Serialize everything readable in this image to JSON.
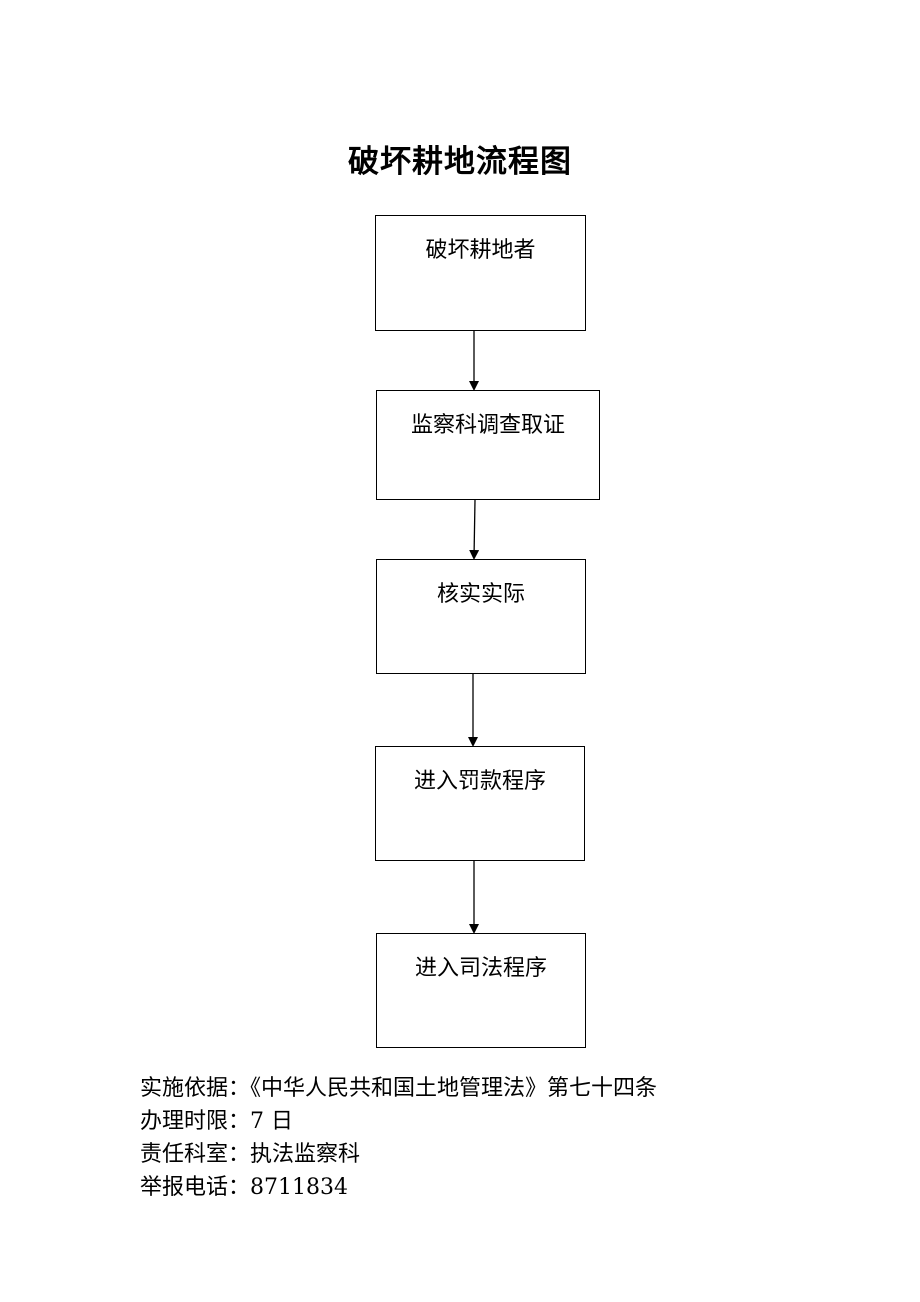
{
  "title": "破坏耕地流程图",
  "steps": [
    {
      "label": "破坏耕地者"
    },
    {
      "label": "监察科调查取证"
    },
    {
      "label": "核实实际"
    },
    {
      "label": "进入罚款程序"
    },
    {
      "label": "进入司法程序"
    }
  ],
  "info": {
    "basis": "实施依据：《中华人民共和国土地管理法》第七十四条",
    "time_limit": "办理时限：7 日",
    "department": "责任科室：执法监察科",
    "hotline": "举报电话：8711834"
  }
}
